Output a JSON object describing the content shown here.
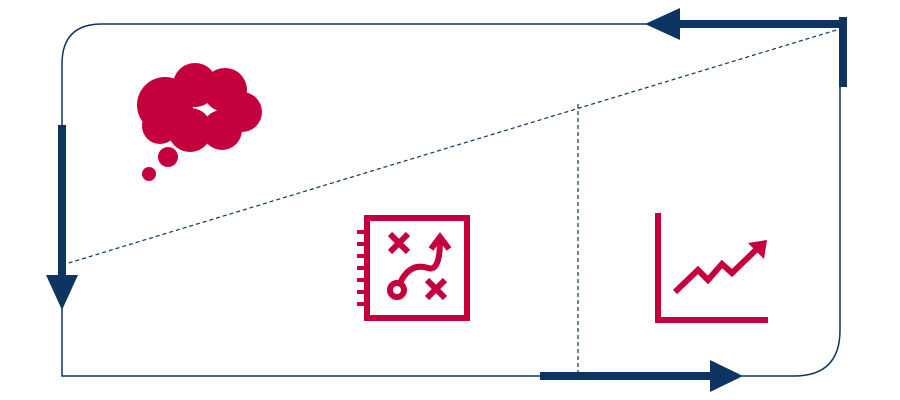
{
  "colors": {
    "navy": "#0d3562",
    "crimson": "#c4003d",
    "background": "#ffffff"
  },
  "icons": {
    "thought": "thought-cloud-icon",
    "strategy": "strategy-plan-icon",
    "growth": "growth-chart-icon"
  },
  "arrows": [
    "arrow-top-left",
    "arrow-left-down",
    "arrow-bottom-right"
  ]
}
